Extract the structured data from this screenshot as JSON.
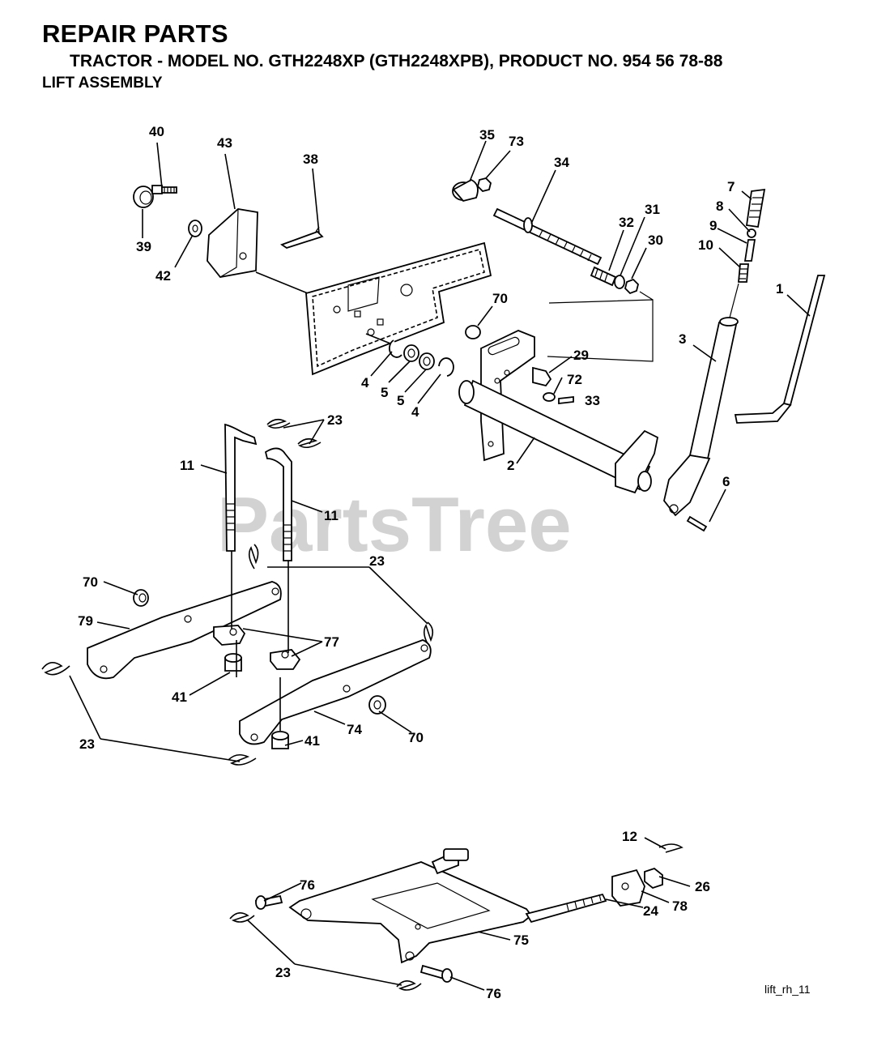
{
  "header": {
    "title": "REPAIR PARTS",
    "subtitle": "TRACTOR - MODEL NO. GTH2248XP (GTH2248XPB), PRODUCT NO. 954 56 78-88",
    "section": "LIFT ASSEMBLY"
  },
  "watermark": "PartsTree",
  "reference": "lift_rh_11",
  "callouts": {
    "c40": "40",
    "c43": "43",
    "c38": "38",
    "c39": "39",
    "c42": "42",
    "c35": "35",
    "c73": "73",
    "c34": "34",
    "c32": "32",
    "c31": "31",
    "c30": "30",
    "c7": "7",
    "c8": "8",
    "c9": "9",
    "c10": "10",
    "c1": "1",
    "c3": "3",
    "c70a": "70",
    "c29": "29",
    "c72": "72",
    "c33": "33",
    "c4a": "4",
    "c5a": "5",
    "c5b": "5",
    "c4b": "4",
    "c23a": "23",
    "c11a": "11",
    "c11b": "11",
    "c2": "2",
    "c6": "6",
    "c23b": "23",
    "c70b": "70",
    "c79": "79",
    "c77": "77",
    "c41a": "41",
    "c74": "74",
    "c70c": "70",
    "c41b": "41",
    "c23c": "23",
    "c12": "12",
    "c76a": "76",
    "c26": "26",
    "c78": "78",
    "c24": "24",
    "c75": "75",
    "c23d": "23",
    "c76b": "76"
  }
}
